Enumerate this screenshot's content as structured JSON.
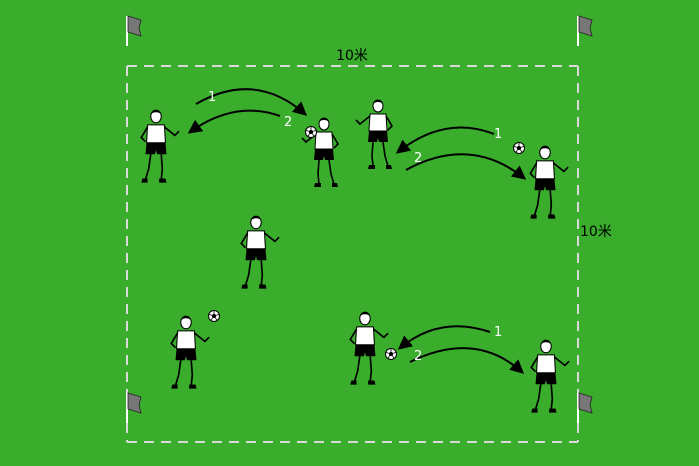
{
  "field": {
    "grass_color": "#3aad2c",
    "line_color": "#d9d9d9",
    "width_label": "10米",
    "height_label": "10米"
  },
  "passes": [
    {
      "first": "1",
      "second": "2"
    },
    {
      "first": "1",
      "second": "2"
    },
    {
      "first": "1",
      "second": "2"
    }
  ],
  "icons": {
    "corner": "flag-icon",
    "player": "player-icon",
    "ball": "soccer-ball-icon"
  }
}
